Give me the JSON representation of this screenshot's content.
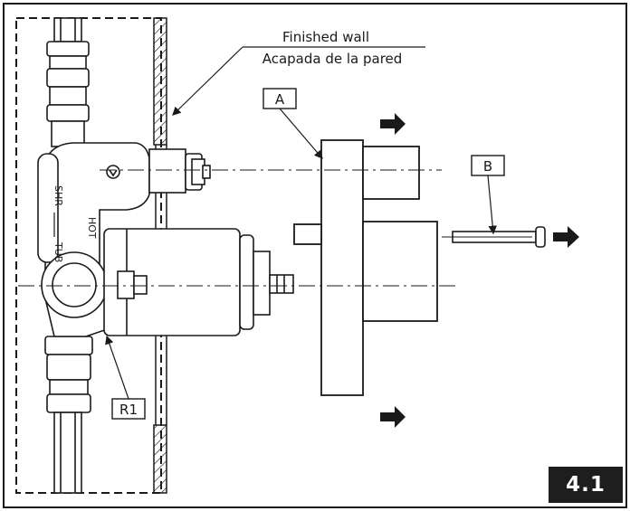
{
  "labels": {
    "finished_wall_en": "Finished wall",
    "finished_wall_es": "Acapada de la pared",
    "callout_a": "A",
    "callout_b": "B",
    "callout_r1": "R1",
    "valve_shr": "SHR",
    "valve_tub": "TUB",
    "valve_hot": "HOT"
  },
  "figure_number": "4.1",
  "colors": {
    "line": "#1a1a1a",
    "badge_bg": "#1e1e1e",
    "badge_text": "#ffffff"
  }
}
